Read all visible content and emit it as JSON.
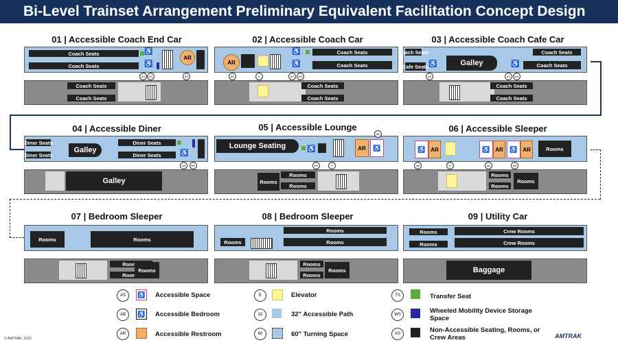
{
  "title": "Bi-Level Trainset Arrangement Preliminary Equivalent Facilitation Concept Design",
  "cars": [
    {
      "title": "01 | Accessible Coach End Car"
    },
    {
      "title": "02 | Accessible Coach Car"
    },
    {
      "title": "03 | Accessible Coach Cafe Car"
    },
    {
      "title": "04 | Accessible Diner"
    },
    {
      "title": "05 | Accessible Lounge"
    },
    {
      "title": "06 | Accessible Sleeper"
    },
    {
      "title": "07 | Bedroom Sleeper"
    },
    {
      "title": "08 | Bedroom Sleeper"
    },
    {
      "title": "09 | Utility Car"
    }
  ],
  "labels": {
    "coach_seats": "Coach Seats",
    "cafe_seats": "Cafe Seats",
    "galley": "Galley",
    "diner_seats": "Diner Seats",
    "lounge_seating": "Lounge Seating",
    "rooms": "Rooms",
    "crew_rooms": "Crew Rooms",
    "baggage": "Baggage",
    "ar": "AR"
  },
  "tags": {
    "as": "AS",
    "ab": "AB",
    "ar": "AR",
    "e": "E",
    "ws": "WS",
    "ts": "TS",
    "p32": "32",
    "p60": "60"
  },
  "legend": {
    "accessible_space": "Accessible Space",
    "accessible_bedroom": "Accessible Bedroom",
    "accessible_restroom": "Accessible Restroom",
    "elevator": "Elevator",
    "path_32": "32\" Accessible Path",
    "turning_60": "60\" Turning Space",
    "transfer_seat": "Transfer Seat",
    "wheeled_storage": "Wheeled Mobility  Device Storage Space",
    "non_accessible": "Non-Accessible Seating, Rooms, or Crew Areas"
  },
  "footnote": "© AMTRAK, 2023.",
  "logo": "AMTRAK",
  "colors": {
    "title_bg": "#16325c",
    "path": "#a8c8e8",
    "elevator": "#fff59a",
    "restroom": "#f0b070",
    "transfer": "#5aaa3c",
    "storage": "#2a2aa0",
    "bedroom_border": "#d04080"
  }
}
